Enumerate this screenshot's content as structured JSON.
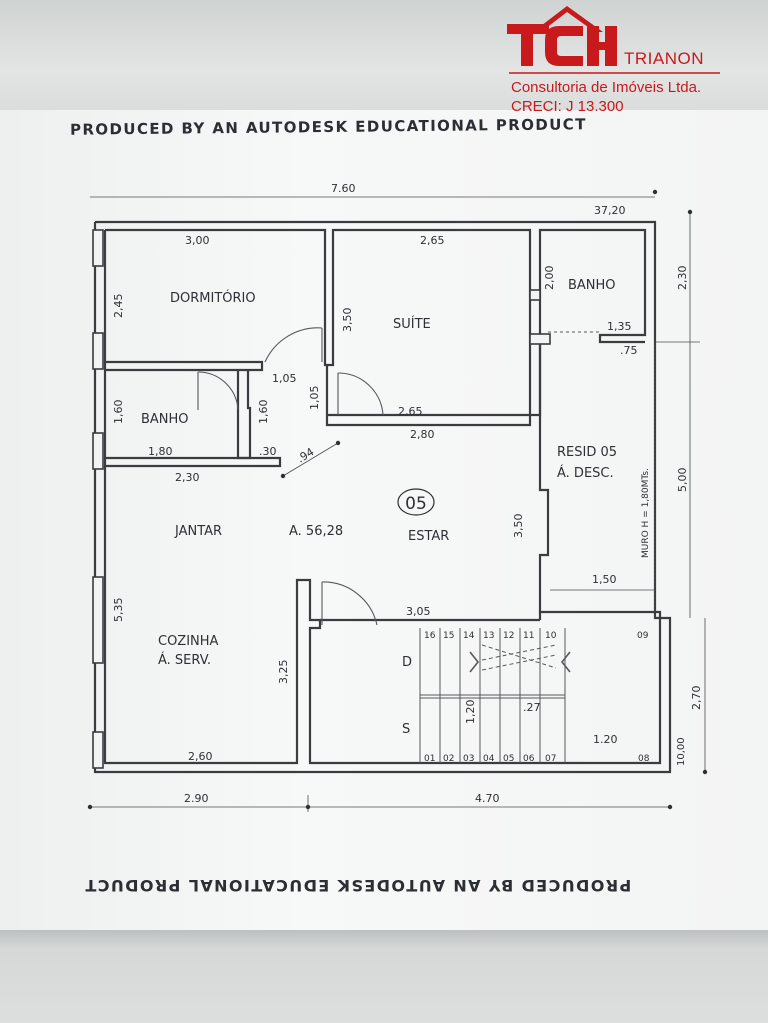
{
  "logo": {
    "name": "TRIANON",
    "subtitle": "Consultoria de Imóveis Ltda.",
    "creci": "CRECI: J 13.300",
    "brand_color": "#c8191d"
  },
  "watermark": {
    "top": "PRODUCED BY AN AUTODESK EDUCATIONAL PRODUCT",
    "bottom": "PRODUCED BY AN AUTODESK EDUCATIONAL PRODUCT"
  },
  "unit_number": "05",
  "rooms": {
    "dormitorio": "DORMITÓRIO",
    "suite": "SUÍTE",
    "banho_suite": "BANHO",
    "banho": "BANHO",
    "jantar": "JANTAR",
    "area": "A. 56,28",
    "estar": "ESTAR",
    "resid_line1": "RESID 05",
    "resid_line2": "Á. DESC.",
    "cozinha_line1": "COZINHA",
    "cozinha_line2": "Á. SERV.",
    "muro": "MURO H = 1,80MTs."
  },
  "stairs": {
    "up_steps": [
      "16",
      "15",
      "14",
      "13",
      "12",
      "11",
      "10",
      "09"
    ],
    "down_steps": [
      "01",
      "02",
      "03",
      "04",
      "05",
      "06",
      "07",
      "08"
    ],
    "down_label": "D",
    "up_label": "S"
  },
  "dimensions": {
    "total_width": "7.60",
    "right_top": "37,20",
    "dorm_width": "3,00",
    "dorm_height": "2,45",
    "suite_width": "2,65",
    "suite_height": "3,50",
    "banho_suite_w": "2,00",
    "banho_suite_d": "1,35",
    "d_075": ".75",
    "right_230": "2,30",
    "right_500": "5,00",
    "right_270": "2,70",
    "right_1000": "10,00",
    "hall_105": "1,05",
    "hall_105_v": "1,05",
    "banho_height": "1,60",
    "banho_height2": "1,60",
    "banho_width": "1,80",
    "d_030": ".30",
    "d_230": "2,30",
    "d_094": ".94",
    "suite_265b": "2,65",
    "d_280": "2,80",
    "d_350b": "3,50",
    "d_150": "1,50",
    "d_305": "3,05",
    "d_535": "5,35",
    "d_325": "3,25",
    "d_260": "2,60",
    "d_120v": "1,20",
    "d_027": ".27",
    "d_120": "1.20",
    "bottom_left": "2.90",
    "bottom_right": "4.70"
  }
}
